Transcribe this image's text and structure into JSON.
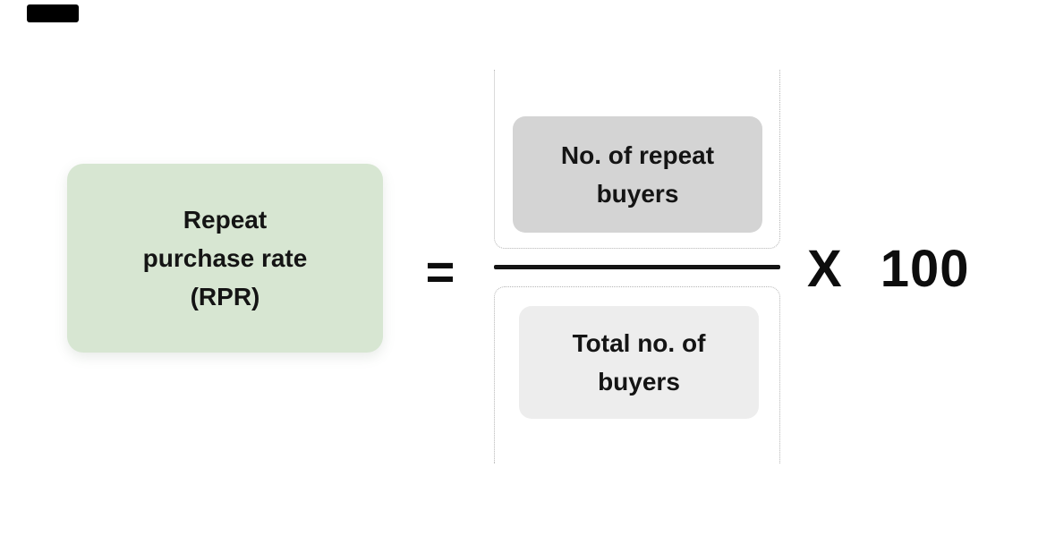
{
  "colors": {
    "background": "#ffffff",
    "result_box_green": "#d7e6d2",
    "numerator_box_gray": "#d4d4d4",
    "denominator_box_gray": "#ededed",
    "dotted_border": "#b5b5b5",
    "text": "#141414",
    "fraction_bar": "#141414",
    "corner_mark": "#000000"
  },
  "decor": {
    "top_left_mark": "black-rectangle-bar"
  },
  "formula": {
    "result_label": "Repeat\npurchase rate\n(RPR)",
    "equals_sign": "=",
    "numerator_label": "No. of repeat\nbuyers",
    "denominator_label": "Total no. of\nbuyers",
    "multiply_sign": "X",
    "multiplier": "100"
  }
}
